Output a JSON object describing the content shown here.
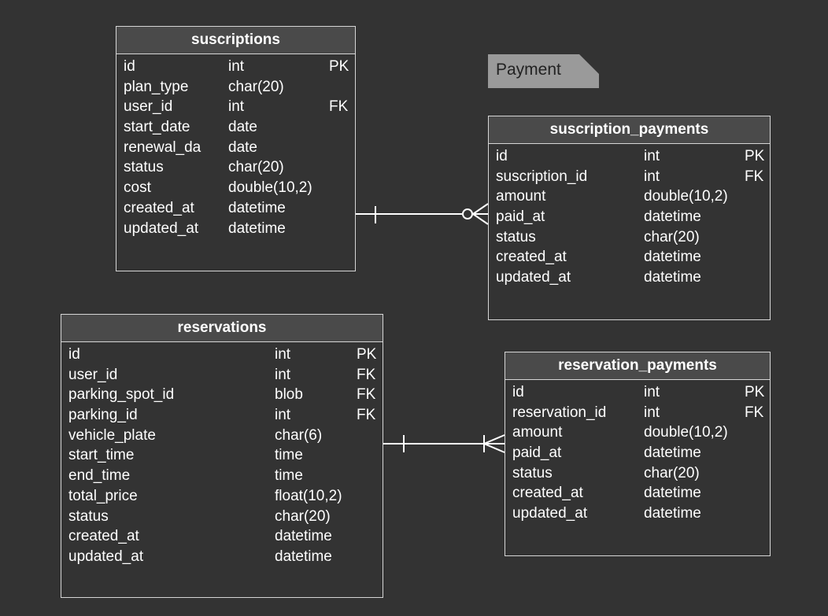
{
  "note": {
    "label": "Payment"
  },
  "colors": {
    "background": "#333333",
    "header": "#4a4a4a",
    "border": "#d6d6d6",
    "note": "#9a9a9a"
  },
  "tables": {
    "suscriptions": {
      "name": "suscriptions",
      "rows": [
        {
          "field": "id",
          "type": "int",
          "key": "PK"
        },
        {
          "field": "plan_type",
          "type": "char(20)",
          "key": ""
        },
        {
          "field": "user_id",
          "type": "int",
          "key": "FK"
        },
        {
          "field": "start_date",
          "type": "date",
          "key": ""
        },
        {
          "field": "renewal_da",
          "type": "date",
          "key": ""
        },
        {
          "field": "status",
          "type": "char(20)",
          "key": ""
        },
        {
          "field": "cost",
          "type": "double(10,2)",
          "key": ""
        },
        {
          "field": "created_at",
          "type": "datetime",
          "key": ""
        },
        {
          "field": "updated_at",
          "type": "datetime",
          "key": ""
        }
      ]
    },
    "suscription_payments": {
      "name": "suscription_payments",
      "rows": [
        {
          "field": "id",
          "type": "int",
          "key": "PK"
        },
        {
          "field": "suscription_id",
          "type": "int",
          "key": "FK"
        },
        {
          "field": "amount",
          "type": "double(10,2)",
          "key": ""
        },
        {
          "field": "paid_at",
          "type": "datetime",
          "key": ""
        },
        {
          "field": "status",
          "type": "char(20)",
          "key": ""
        },
        {
          "field": "created_at",
          "type": "datetime",
          "key": ""
        },
        {
          "field": "updated_at",
          "type": "datetime",
          "key": ""
        }
      ]
    },
    "reservations": {
      "name": "reservations",
      "rows": [
        {
          "field": "id",
          "type": "int",
          "key": "PK"
        },
        {
          "field": "user_id",
          "type": "int",
          "key": "FK"
        },
        {
          "field": "parking_spot_id",
          "type": "blob",
          "key": "FK"
        },
        {
          "field": "parking_id",
          "type": "int",
          "key": "FK"
        },
        {
          "field": "vehicle_plate",
          "type": "char(6)",
          "key": ""
        },
        {
          "field": "start_time",
          "type": "time",
          "key": ""
        },
        {
          "field": "end_time",
          "type": "time",
          "key": ""
        },
        {
          "field": "total_price",
          "type": "float(10,2)",
          "key": ""
        },
        {
          "field": "status",
          "type": "char(20)",
          "key": ""
        },
        {
          "field": "created_at",
          "type": "datetime",
          "key": ""
        },
        {
          "field": "updated_at",
          "type": "datetime",
          "key": ""
        }
      ]
    },
    "reservation_payments": {
      "name": "reservation_payments",
      "rows": [
        {
          "field": "id",
          "type": "int",
          "key": "PK"
        },
        {
          "field": "reservation_id",
          "type": "int",
          "key": "FK"
        },
        {
          "field": "amount",
          "type": "double(10,2)",
          "key": ""
        },
        {
          "field": "paid_at",
          "type": "datetime",
          "key": ""
        },
        {
          "field": "status",
          "type": "char(20)",
          "key": ""
        },
        {
          "field": "created_at",
          "type": "datetime",
          "key": ""
        },
        {
          "field": "updated_at",
          "type": "datetime",
          "key": ""
        }
      ]
    }
  },
  "relationships": [
    {
      "from": "suscriptions",
      "to": "suscription_payments",
      "from_end": "one",
      "to_end": "zero-or-many"
    },
    {
      "from": "reservations",
      "to": "reservation_payments",
      "from_end": "one",
      "to_end": "many"
    }
  ]
}
